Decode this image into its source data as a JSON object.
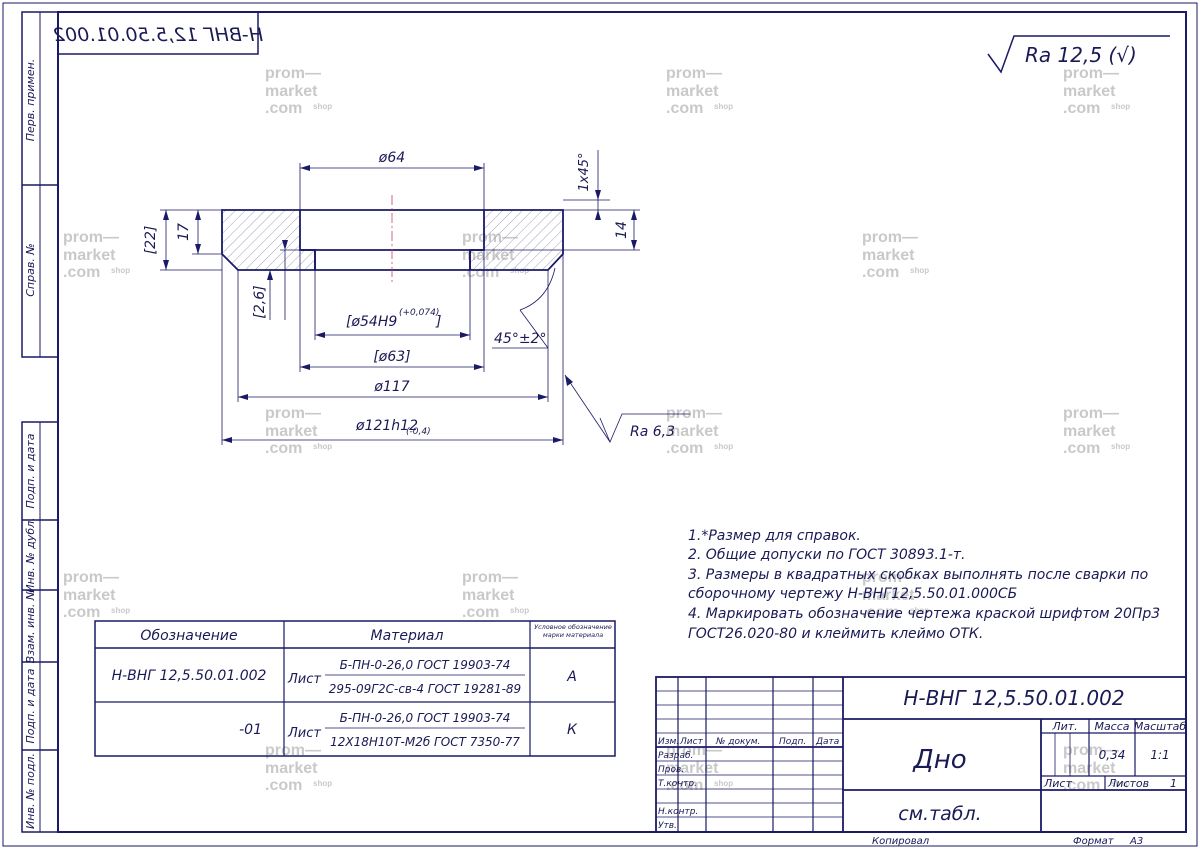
{
  "drawing": {
    "mirrored_code": "Н-ВНГ 12,5.50.01.002",
    "roughness_general": "Ra 12,5 (√)",
    "roughness_local": "Ra 6,3"
  },
  "sidebar": {
    "perv_primen": "Перв. примен.",
    "sprav_no": "Справ. №",
    "podp_data_1": "Подп. и дата",
    "inv_dubl": "Инв. № дубл.",
    "vzam_inv": "Взам. инв. №",
    "podp_data_2": "Подп. и дата",
    "inv_podl": "Инв. № подл."
  },
  "dimensions": {
    "d64": "ø64",
    "chamfer": "1x45°",
    "h22": "[22]",
    "h17": "17",
    "h14": "14",
    "h26": "[2,6]",
    "d54": "[ø54H9",
    "d54_tol": "(+0,074)",
    "d54_close": "]",
    "angle": "45°±2°",
    "d63": "[ø63]",
    "d117": "ø117",
    "d121": "ø121h12",
    "d121_tol": "(-0,4)"
  },
  "notes": [
    "1.*Размер для справок.",
    "2. Общие допуски по ГОСТ 30893.1-т.",
    "3. Размеры в квадратных скобках выполнять после сварки по",
    "сборочному чертежу Н-ВНГ12,5.50.01.000СБ",
    "4. Маркировать обозначение чертежа краской шрифтом 20Пр3",
    "ГОСТ26.020-80 и клеймить клеймо ОТК."
  ],
  "material_table": {
    "headers": [
      "Обозначение",
      "Материал",
      "Условное обозначение марки материала"
    ],
    "rows": [
      {
        "designation": "Н-ВНГ 12,5.50.01.002",
        "list_label": "Лист",
        "material_top": "Б-ПН-0-26,0 ГОСТ 19903-74",
        "material_bottom": "295-09Г2С-св-4 ГОСТ 19281-89",
        "mark": "А"
      },
      {
        "designation": "-01",
        "list_label": "Лист",
        "material_top": "Б-ПН-0-26,0 ГОСТ 19903-74",
        "material_bottom": "12Х18Н10Т-М2б ГОСТ 7350-77",
        "mark": "К"
      }
    ]
  },
  "title_block": {
    "code": "Н-ВНГ 12,5.50.01.002",
    "name": "Дно",
    "material": "см.табл.",
    "col_izm": "Изм.",
    "col_list": "Лист",
    "col_dokum": "№ докум.",
    "col_podp": "Подп.",
    "col_data": "Дата",
    "razrab": "Разраб.",
    "prov": "Пров.",
    "tkontr": "Т.контр.",
    "nkontr": "Н.контр.",
    "utv": "Утв.",
    "lit": "Лит.",
    "massa": "Масса",
    "masshtab": "Масштаб",
    "massa_val": "0,34",
    "masshtab_val": "1:1",
    "list_label": "Лист",
    "listov_label": "Листов",
    "listov_val": "1",
    "kopiroval": "Копировал",
    "format_label": "Формат",
    "format_val": "А3"
  },
  "watermark": {
    "line1": "prom—",
    "line2": "market",
    "line3": ".com",
    "suffix": "shop"
  },
  "colors": {
    "ink": "#1a1a66",
    "hatch": "#8a8aa8",
    "watermark": "#c9c9c9"
  }
}
